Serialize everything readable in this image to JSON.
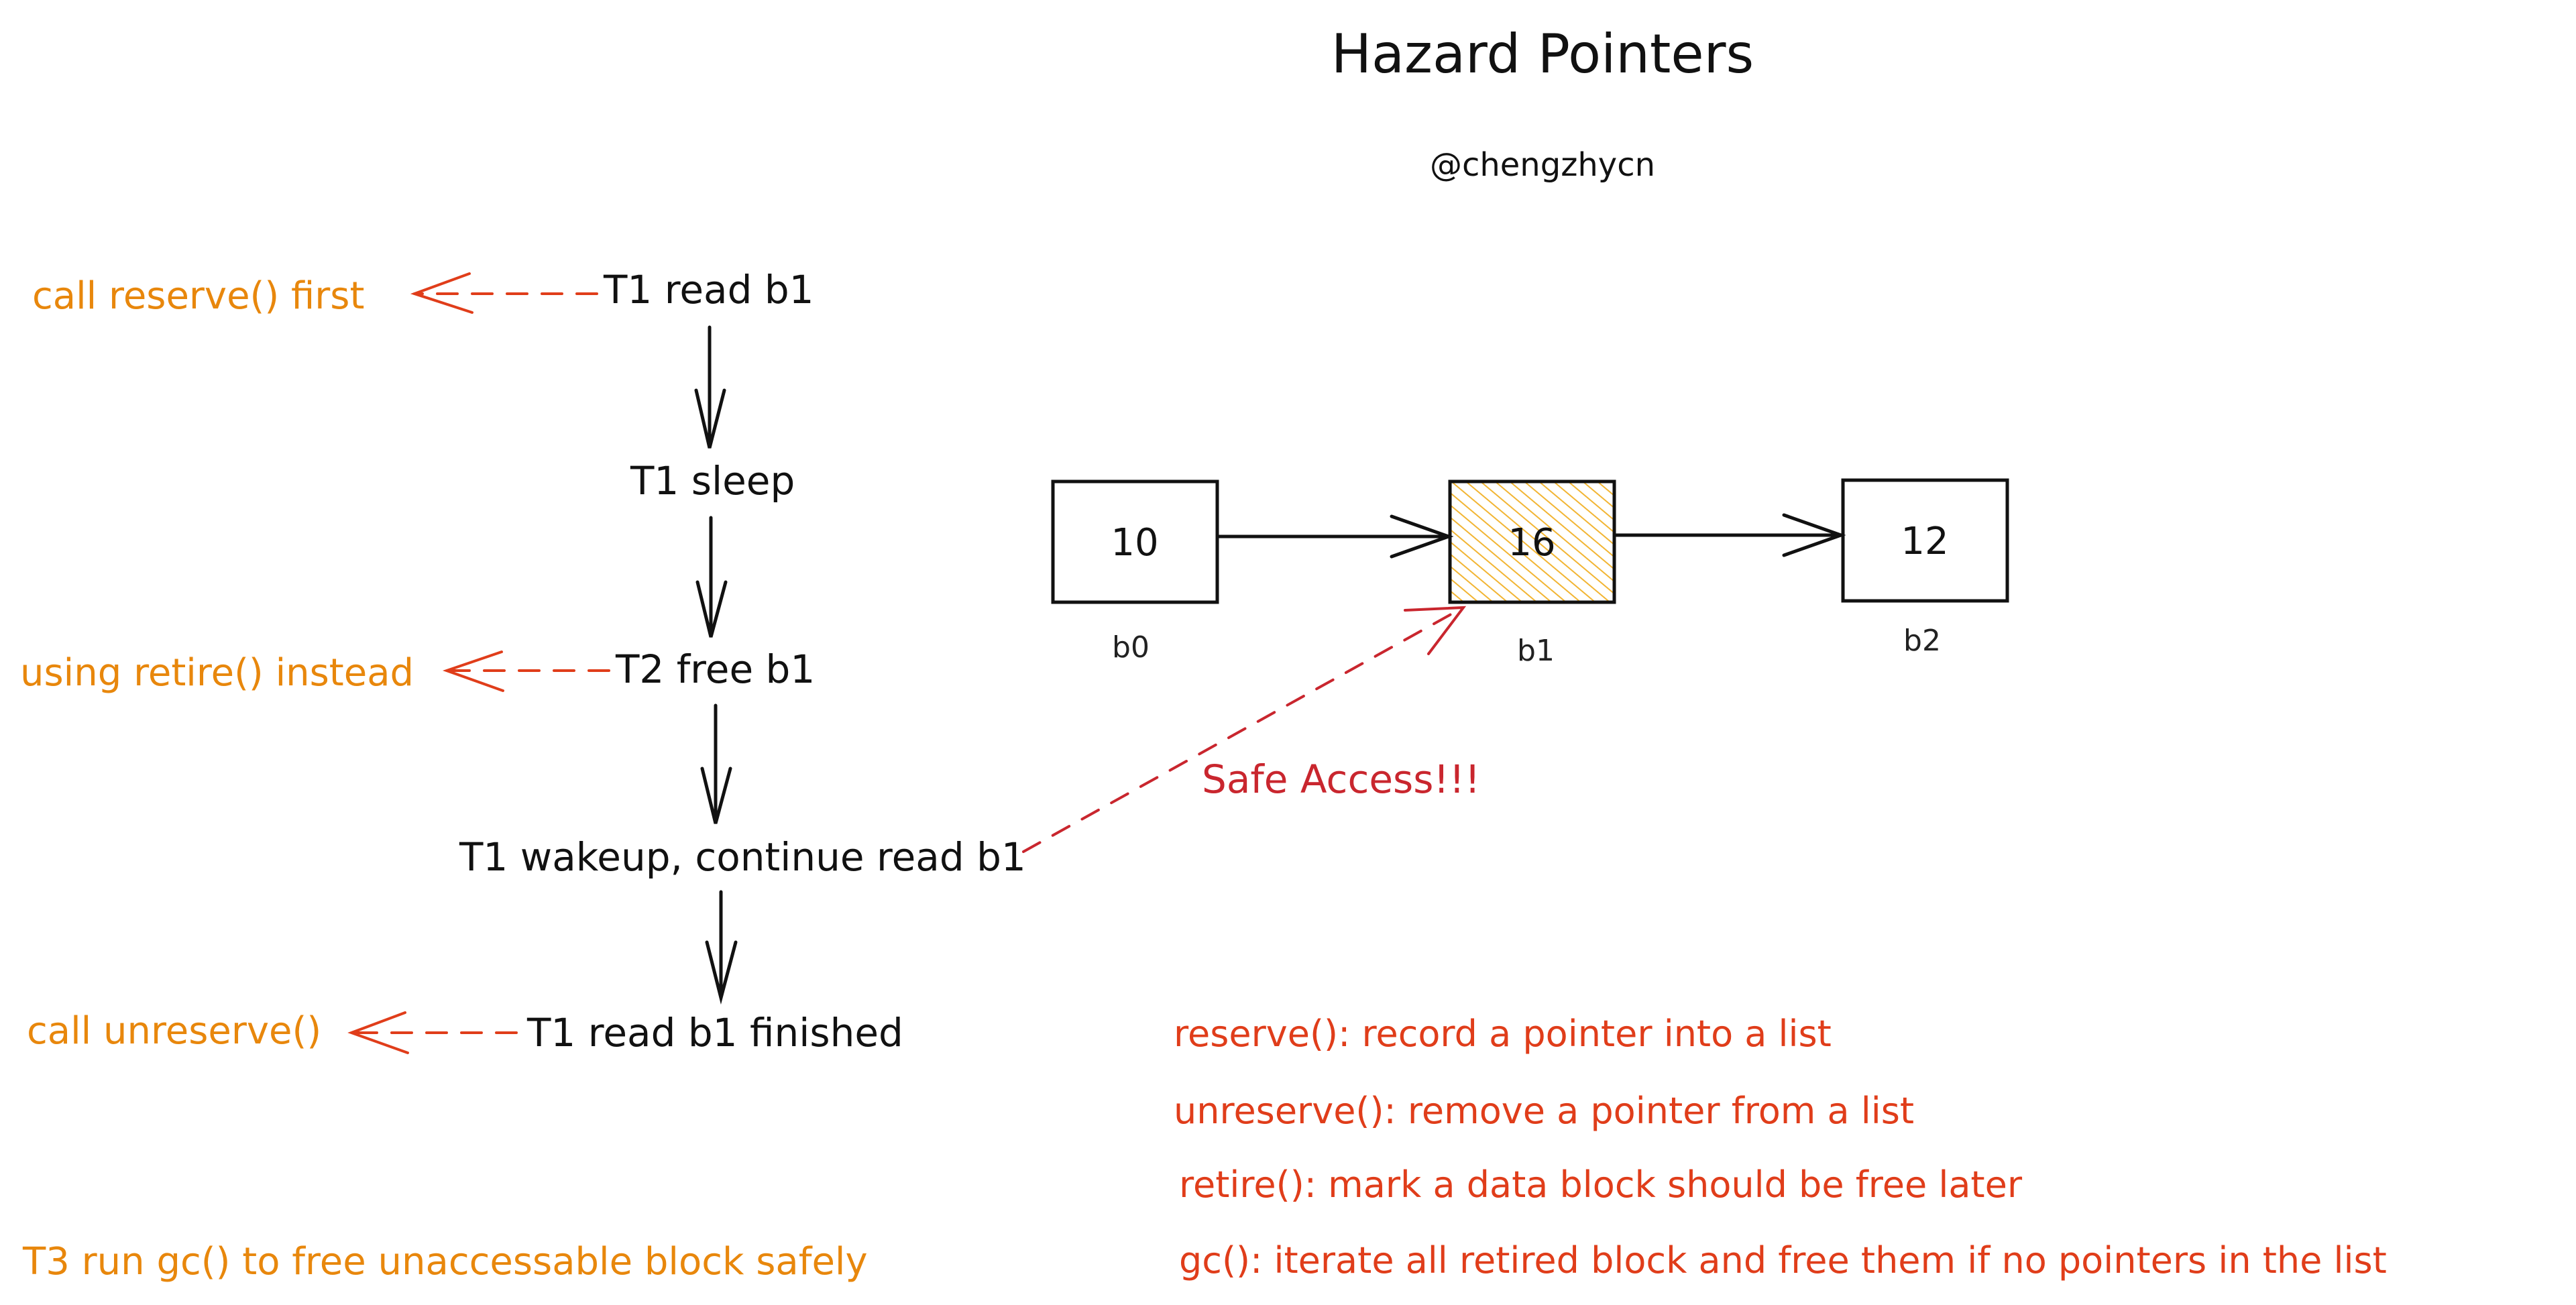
{
  "title": "Hazard Pointers",
  "author": "@chengzhycn",
  "colors": {
    "orange": "#e8870c",
    "red": "#e03d1a",
    "dark_red": "#c9262e",
    "ink": "#111111",
    "hatch": "#f2b533"
  },
  "flow": {
    "steps": [
      "T1 read b1",
      "T1 sleep",
      "T2 free b1",
      "T1 wakeup, continue read b1",
      "T1 read b1 finished"
    ],
    "notes": [
      "call reserve() first",
      "using retire() instead",
      "call unreserve()"
    ],
    "gc_note": "T3 run gc() to free unaccessable block safely"
  },
  "list": {
    "nodes": [
      {
        "value": "10",
        "label": "b0",
        "highlighted": false
      },
      {
        "value": "16",
        "label": "b1",
        "highlighted": true
      },
      {
        "value": "12",
        "label": "b2",
        "highlighted": false
      }
    ]
  },
  "safe_access": "Safe Access!!!",
  "legend": [
    "reserve(): record a pointer into a list",
    "unreserve(): remove a pointer from a list",
    "retire(): mark a data block should be free later",
    "gc(): iterate all retired block and free them if no pointers in the list"
  ]
}
